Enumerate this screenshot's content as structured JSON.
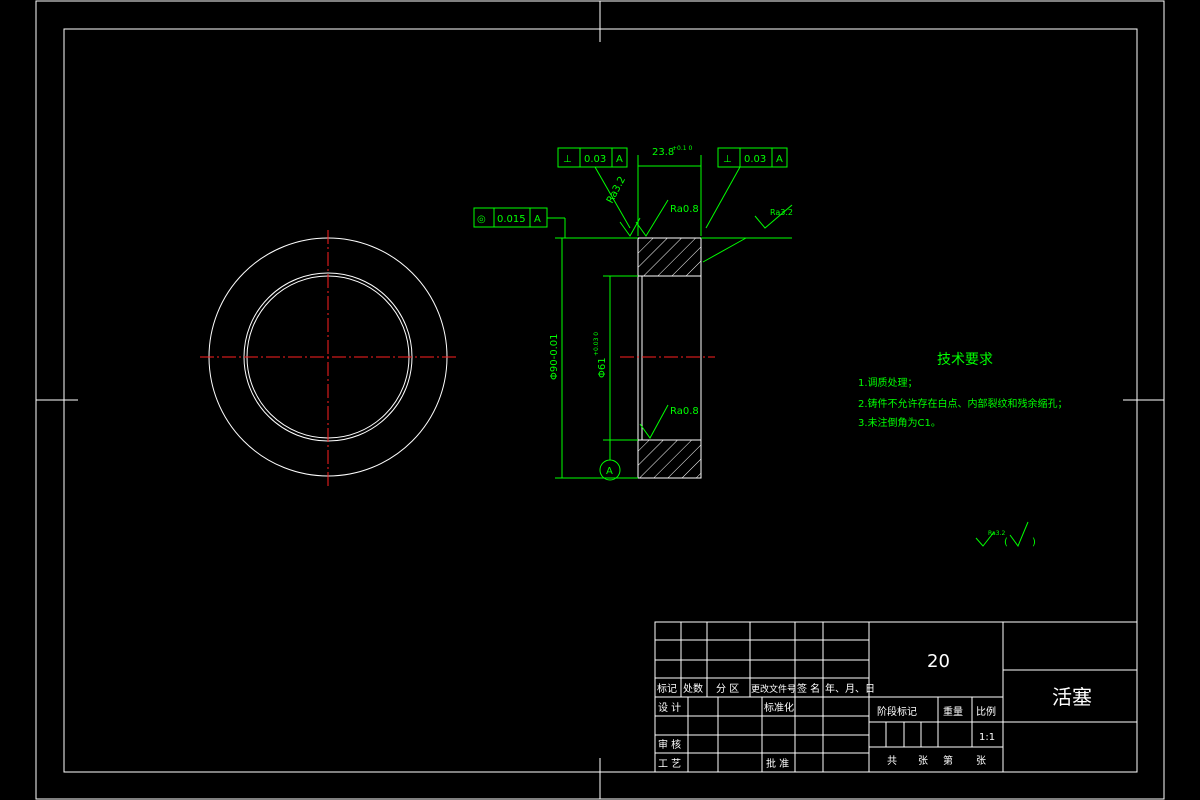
{
  "colors": {
    "background": "#000000",
    "frame": "#ffffff",
    "dimension": "#00ff00",
    "centerline": "#ff2020",
    "title_text": "#ffff00"
  },
  "tolerances": {
    "perp_left": {
      "symbol": "⊥",
      "value": "0.03",
      "datum": "A"
    },
    "perp_right": {
      "symbol": "⊥",
      "value": "0.03",
      "datum": "A"
    },
    "concentric": {
      "symbol": "◎",
      "value": "0.015",
      "datum": "A"
    }
  },
  "dimensions": {
    "width": "23.8",
    "width_tol": "+0.1 0",
    "outer_dia": "Φ90-0.01",
    "inner_dia": "Φ61",
    "inner_tol": "+0.03 0",
    "datum_label": "A"
  },
  "roughness": {
    "top_left": "Ra3.2",
    "top_mid": "Ra0.8",
    "top_right": "Ra3.2",
    "bottom": "Ra0.8",
    "general": "Ra3.2"
  },
  "tech": {
    "title": "技术要求",
    "items": [
      "1.调质处理；",
      "2.铸件不允许存在白点、内部裂纹和残余缩孔；",
      "3.未注倒角为C1。"
    ]
  },
  "title_block": {
    "material": "20",
    "part_name": "活塞",
    "scale": "1:1",
    "header_row": [
      "标记",
      "处数",
      "分 区",
      "更改文件号",
      "签 名",
      "年、月、日"
    ],
    "design": "设 计",
    "standard": "标准化",
    "stage": "阶段标记",
    "weight": "重量",
    "ratio": "比例",
    "review": "审 核",
    "process": "工 艺",
    "approve": "批 准",
    "total": "共",
    "sheet": "张",
    "page": "第",
    "sheet2": "张"
  }
}
